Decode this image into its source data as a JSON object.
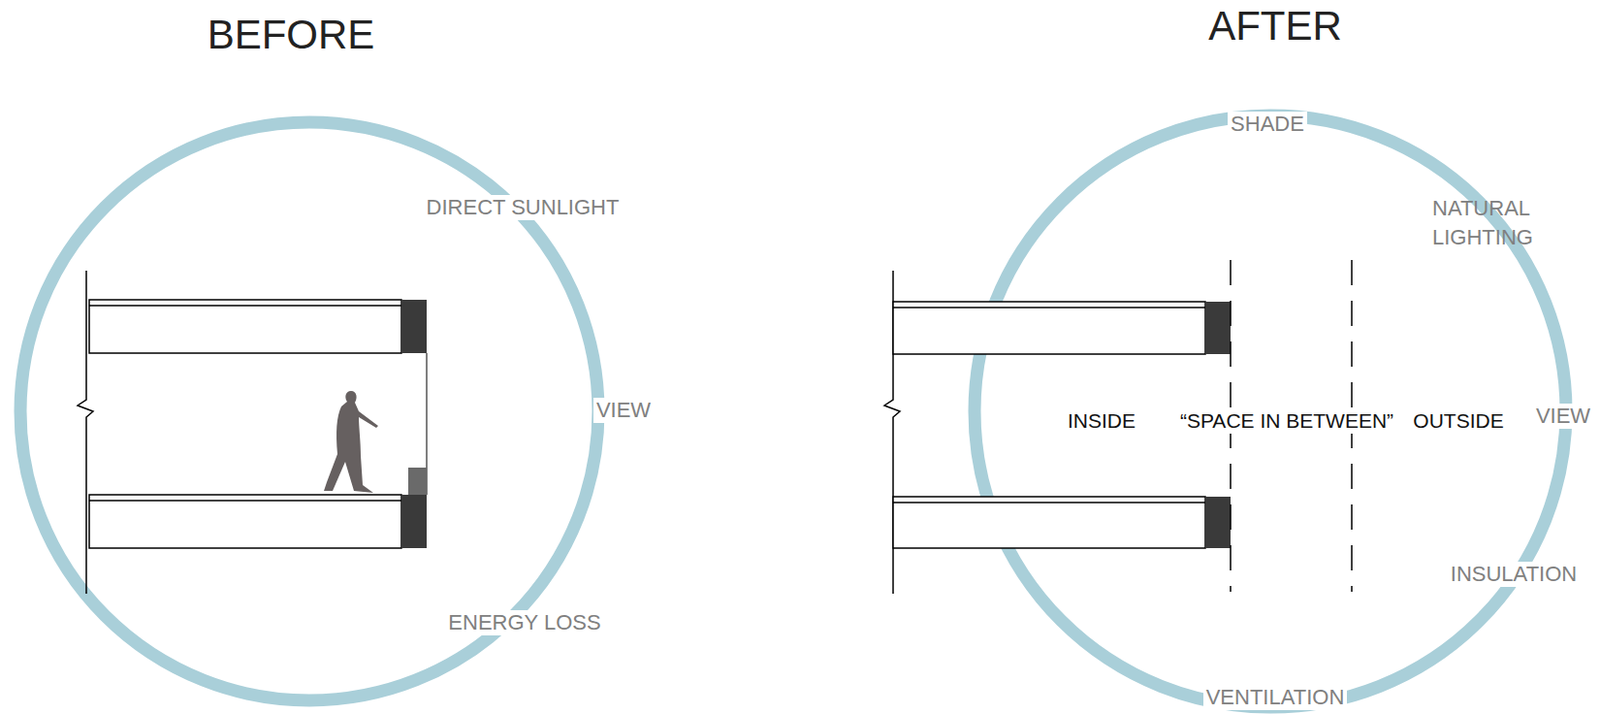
{
  "diagram": {
    "labels": [
      "BEFORE",
      "AFTER",
      "DIRECT SUNLIGHT",
      "VIEW",
      "ENERGY LOSS",
      "SHADE",
      "NATURAL LIGHTING",
      "INSIDE",
      "“SPACE IN BETWEEN”",
      "OUTSIDE",
      "VIEW",
      "INSULATION",
      "VENTILATION"
    ]
  }
}
